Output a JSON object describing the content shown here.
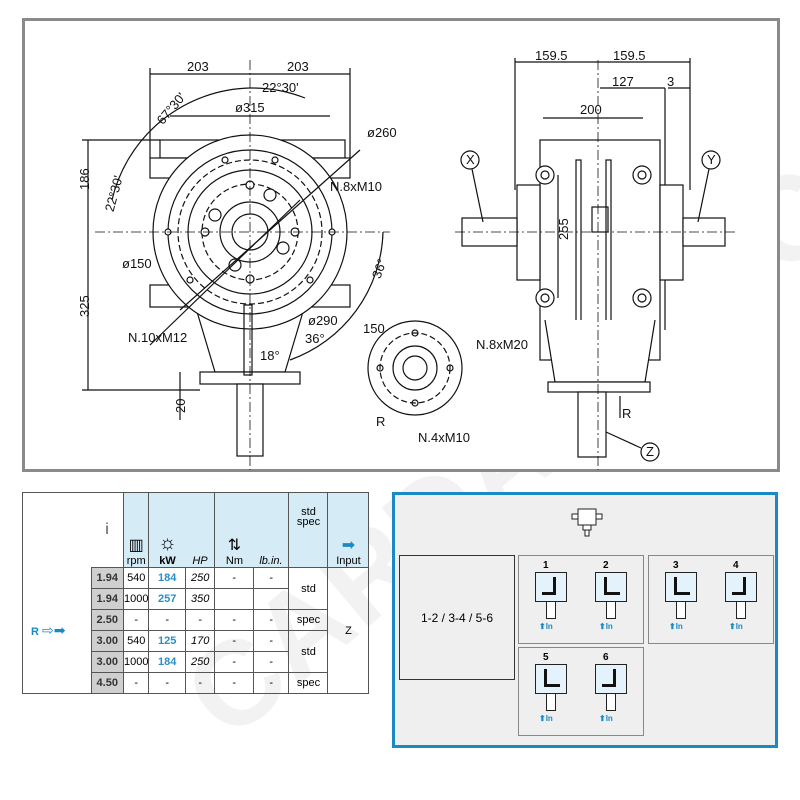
{
  "watermark": "CARDAN ACCOUPLE",
  "drawing": {
    "front": {
      "w_left": "203",
      "w_right": "203",
      "ang_top": "22°30'",
      "ang_left": "67°30'",
      "d315": "ø315",
      "d260": "ø260",
      "holes_top": "N.8xM10",
      "h186": "186",
      "ang_side": "22°30'",
      "d150": "ø150",
      "h325": "325",
      "holes_bottom": "N.10xM12",
      "d290": "ø290",
      "ang36a": "36°",
      "ang36b": "36°",
      "ang18": "18°",
      "h20": "20"
    },
    "flange": {
      "d150": "150",
      "r_label": "R",
      "holes": "N.4xM10"
    },
    "side": {
      "w_left": "159.5",
      "w_right": "159.5",
      "w127": "127",
      "w3": "3",
      "w200": "200",
      "h255": "255",
      "holes": "N.8xM20",
      "r_label": "R",
      "x": "X",
      "y": "Y",
      "z": "Z"
    }
  },
  "table": {
    "headers": {
      "i": "i",
      "rpm": "rpm",
      "kw": "kW",
      "hp": "HP",
      "nm": "Nm",
      "lbin": "lb.in.",
      "stdspec": "std\nspec",
      "input": "Input"
    },
    "row_label": "R",
    "rows": [
      {
        "i": "1.94",
        "rpm": "540",
        "kw": "184",
        "hp": "250",
        "nm": "-",
        "lbin": "-"
      },
      {
        "i": "1.94",
        "rpm": "1000",
        "kw": "257",
        "hp": "350",
        "nm": "-",
        "lbin": "-"
      },
      {
        "i": "2.50",
        "rpm": "-",
        "kw": "-",
        "hp": "-",
        "nm": "-",
        "lbin": "-"
      },
      {
        "i": "3.00",
        "rpm": "540",
        "kw": "125",
        "hp": "170",
        "nm": "-",
        "lbin": "-"
      },
      {
        "i": "3.00",
        "rpm": "1000",
        "kw": "184",
        "hp": "250",
        "nm": "-",
        "lbin": "-"
      },
      {
        "i": "4.50",
        "rpm": "-",
        "kw": "-",
        "hp": "-",
        "nm": "-",
        "lbin": "-"
      }
    ],
    "std_groups": [
      "std",
      "spec",
      "std",
      "spec"
    ],
    "input": "Z"
  },
  "configs": {
    "label": "1-2 / 3-4 / 5-6",
    "items": [
      {
        "n": "1",
        "in": "In"
      },
      {
        "n": "2",
        "in": "In"
      },
      {
        "n": "3",
        "in": "In"
      },
      {
        "n": "4",
        "in": "In"
      },
      {
        "n": "5",
        "in": "In"
      },
      {
        "n": "6",
        "in": "In"
      }
    ]
  },
  "colors": {
    "accent": "#1a8ac4",
    "header_bg": "#d5ebf6"
  }
}
